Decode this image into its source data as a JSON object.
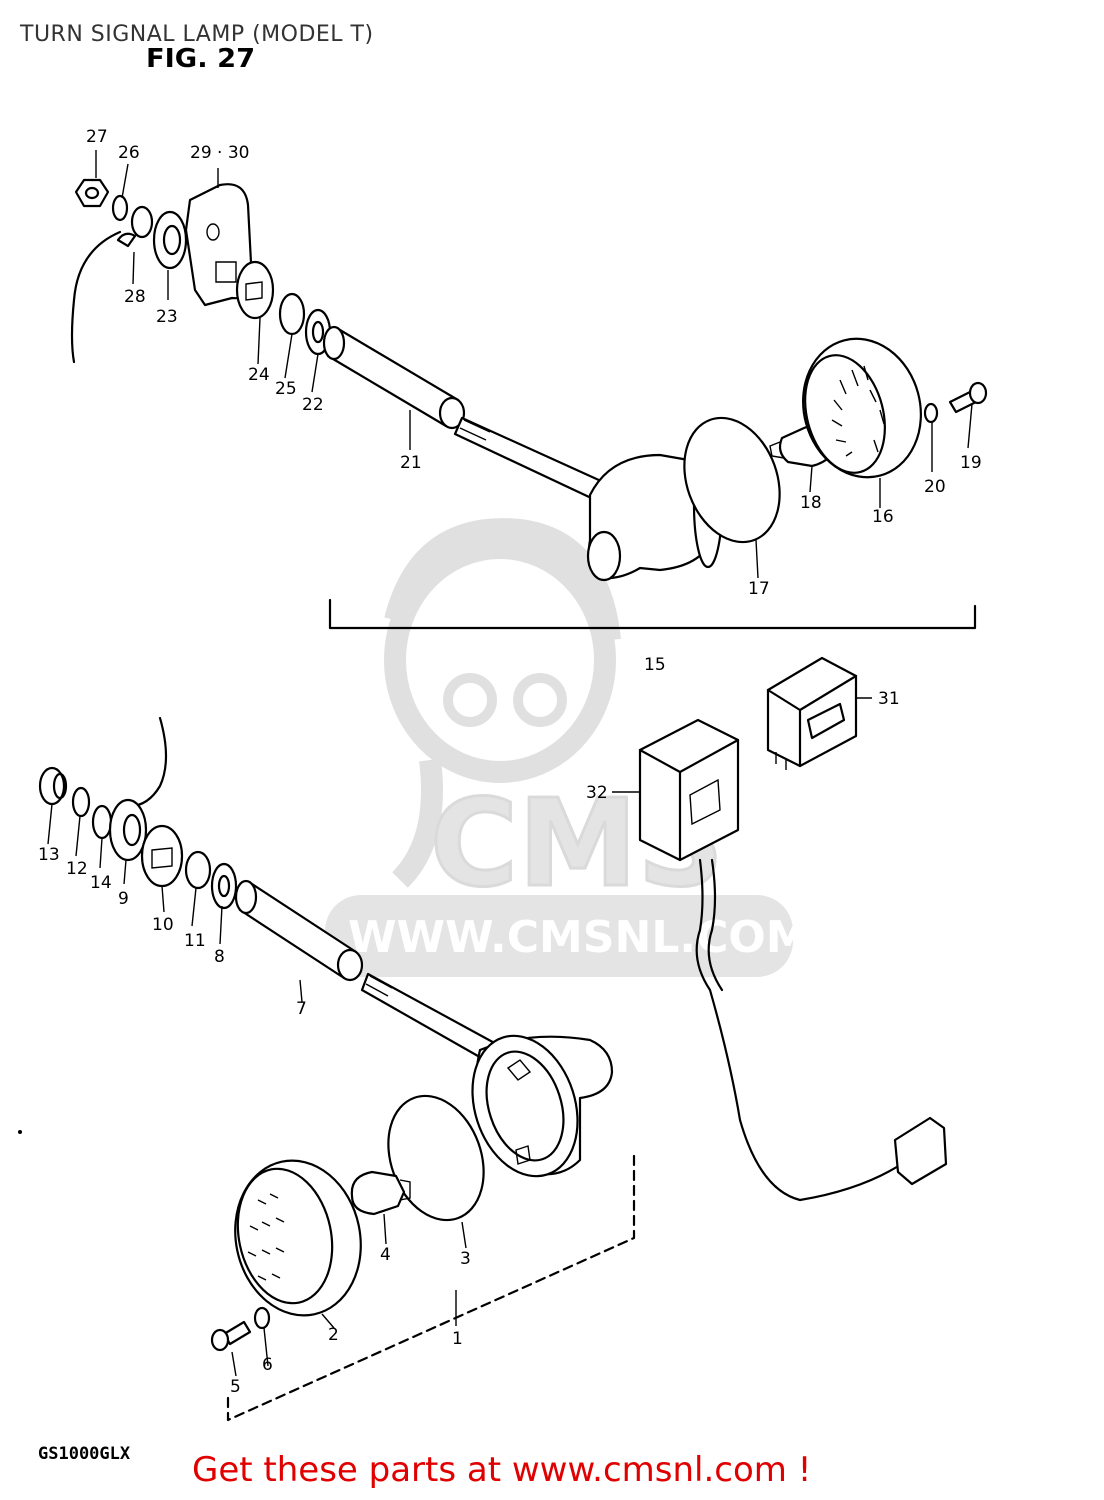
{
  "header": {
    "page_title": "TURN SIGNAL LAMP (MODEL T)",
    "fig_title": "FIG. 27"
  },
  "footer": {
    "model_code": "GS1000GLX",
    "cta_text": "Get these parts at www.cmsnl.com !"
  },
  "watermark": {
    "logo_text": "CMS",
    "url_text": "WWW.CMSNL.COM"
  },
  "colors": {
    "cta": "#e10000",
    "watermark": "#c8c8c8",
    "line": "#000000"
  },
  "callouts": {
    "c1": "1",
    "c2": "2",
    "c3": "3",
    "c4": "4",
    "c5": "5",
    "c6": "6",
    "c7": "7",
    "c8": "8",
    "c9": "9",
    "c10": "10",
    "c11": "11",
    "c12": "12",
    "c13": "13",
    "c14": "14",
    "c15": "15",
    "c16": "16",
    "c17": "17",
    "c18": "18",
    "c19": "19",
    "c20": "20",
    "c21": "21",
    "c22": "22",
    "c23": "23",
    "c24": "24",
    "c25": "25",
    "c26": "26",
    "c27": "27",
    "c28": "28",
    "c29_30": "29 · 30",
    "c31": "31",
    "c32": "32"
  }
}
